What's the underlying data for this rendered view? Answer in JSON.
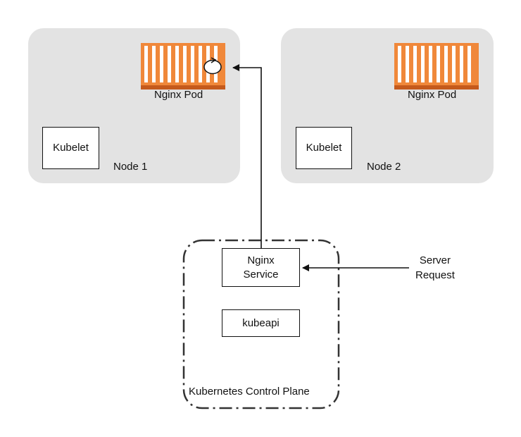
{
  "nodes": [
    {
      "name": "Node 1",
      "pod_label": "Nginx Pod",
      "kubelet_label": "Kubelet"
    },
    {
      "name": "Node 2",
      "pod_label": "Nginx Pod",
      "kubelet_label": "Kubelet"
    }
  ],
  "control_plane": {
    "label": "Kubernetes Control Plane",
    "service_line1": "Nginx",
    "service_line2": "Service",
    "api_label": "kubeapi"
  },
  "external": {
    "request_line1": "Server",
    "request_line2": "Request"
  },
  "colors": {
    "node_bg": "#e3e3e3",
    "pod_orange": "#f0883a",
    "pod_dark": "#c55a1c",
    "line": "#111111"
  }
}
